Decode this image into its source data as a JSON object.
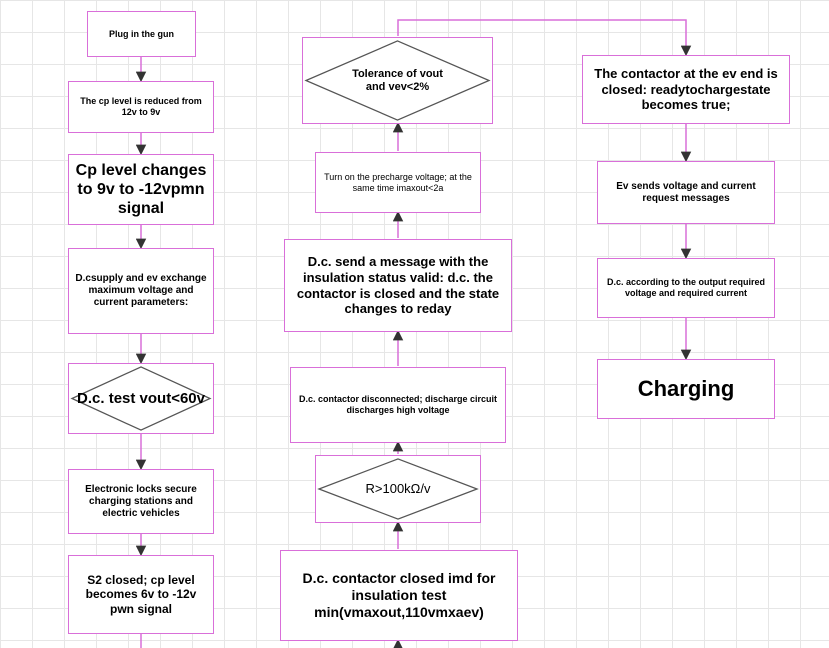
{
  "colors": {
    "border": "#d96fd9",
    "connector": "#d96fd9",
    "arrow": "#333333",
    "grid": "#e6e6e6"
  },
  "column1": {
    "plug_in": "Plug in the gun",
    "cp_reduced": "The cp level is reduced from 12v to 9v",
    "cp_changes": "Cp level changes to 9v to -12vpmn signal",
    "exchange_params": "D.csupply and ev exchange maximum voltage and current parameters:",
    "test_decision": "D.c. test vout<60v",
    "locks": "Electronic locks secure charging stations and electric vehicles",
    "s2_closed": "S2 closed; cp level becomes 6v to -12v pwn signal"
  },
  "column2": {
    "imd_test": "D.c. contactor closed imd for insulation test min(vmaxout,110vmxaev)",
    "r_decision": "R>100kΩ/v",
    "contactor_disconnected": "D.c. contactor disconnected; discharge circuit discharges high voltage",
    "insulation_valid": "D.c. send a message with the insulation status valid: d.c. the contactor is closed and the state changes to reday",
    "precharge": "Turn on the precharge voltage; at the same time imaxout<2a",
    "tolerance_decision": "Tolerance of vout and vev<2%"
  },
  "column3": {
    "ev_contactor": "The contactor at the ev end is closed: readytochargestate becomes true;",
    "ev_request": "Ev sends voltage and current request messages",
    "dc_output": "D.c. according to the output required voltage and required current",
    "charging": "Charging"
  }
}
